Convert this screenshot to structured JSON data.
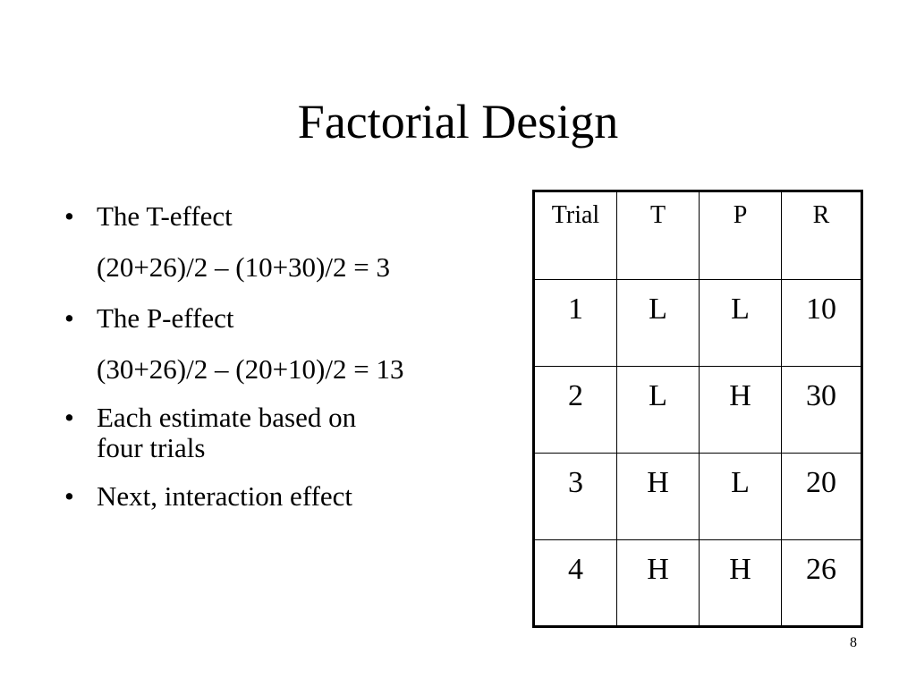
{
  "slide": {
    "title": "Factorial Design",
    "page_number": "8"
  },
  "bullets": {
    "b1": "The T-effect",
    "b1_calc": "(20+26)/2 – (10+30)/2 = 3",
    "b2": "The P-effect",
    "b2_calc": "(30+26)/2 – (20+10)/2 = 13",
    "b3_line1": "Each estimate based on",
    "b3_line2": "four trials",
    "b4": "Next, interaction effect",
    "bullet_char": "•"
  },
  "table": {
    "headers": [
      "Trial",
      "T",
      "P",
      "R"
    ],
    "rows": [
      [
        "1",
        "L",
        "L",
        "10"
      ],
      [
        "2",
        "L",
        "H",
        "30"
      ],
      [
        "3",
        "H",
        "L",
        "20"
      ],
      [
        "4",
        "H",
        "H",
        "26"
      ]
    ]
  }
}
